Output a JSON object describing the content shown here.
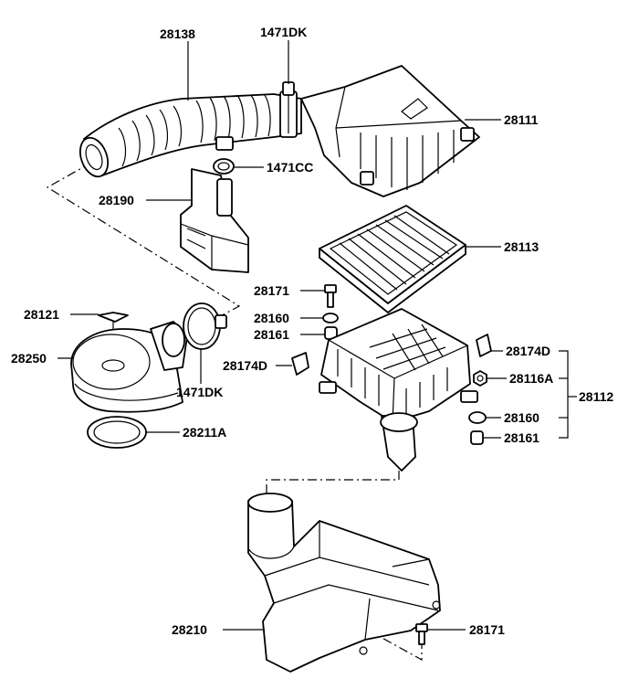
{
  "labels": {
    "l28138": "28138",
    "l1471DK_top": "1471DK",
    "l28111": "28111",
    "l1471CC": "1471CC",
    "l28190": "28190",
    "l28113": "28113",
    "l28171_a": "28171",
    "l28160_a": "28160",
    "l28161_a": "28161",
    "l28121": "28121",
    "l28250": "28250",
    "l1471DK_bottom": "1471DK",
    "l28174D_left": "28174D",
    "l28174D_right": "28174D",
    "l28116A": "28116A",
    "l28112": "28112",
    "l28160_b": "28160",
    "l28161_b": "28161",
    "l28211A": "28211A",
    "l28210": "28210",
    "l28171_b": "28171"
  }
}
